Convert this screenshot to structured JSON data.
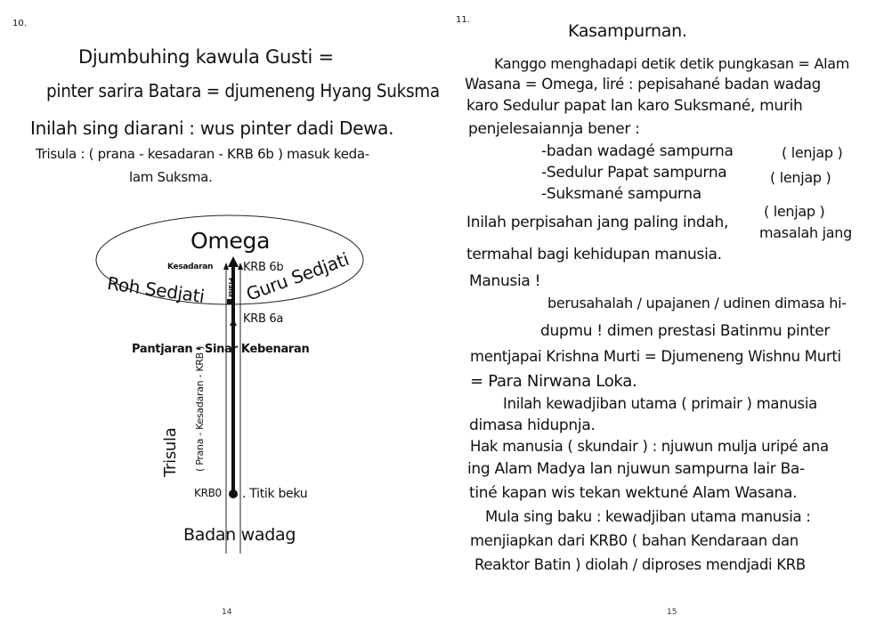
{
  "left_page": {
    "page_marker": "10.",
    "lines": [
      "Djumbuhing kawula Gusti =",
      "pinter sarira Batara = djumeneng Hyang Suksma",
      "Inilah sing diarani : wus pinter dadi Dewa.",
      "Trisula : ( prana - kesadaran - KRB 6b ) masuk keda-",
      "lam Suksma."
    ],
    "diagram": {
      "omega": "Omega",
      "kesadaran": "Kesadaran",
      "krb_6b": "KRB 6b",
      "prana": "Prana",
      "roh_sedjati": "Roh Sedjati",
      "guru_sedjati": "Guru Sedjati",
      "krb_6a": "KRB 6a",
      "pantjaran": "Pantjaran - Sinar Kebenaran",
      "trisula": "Trisula",
      "trisula_sub": "( Prana - Kesadaran - KRB )",
      "krb_0": "KRB0",
      "titik_beku": ". Titik beku",
      "badan_wadag": "Badan wadag"
    },
    "page_number": "14"
  },
  "right_page": {
    "page_marker": "11.",
    "title": "Kasampurnan.",
    "lines": [
      "Kanggo menghadapi detik detik pungkasan = Alam",
      "Wasana = Omega, liré : pepisahané badan wadag",
      "karo Sedulur papat lan karo Suksmané, murih",
      "penjelesaiannja bener :",
      "-badan wadagé sampurna",
      "-Sedulur Papat sampurna",
      "-Suksmané sampurna",
      "Inilah perpisahan jang paling indah,",
      "termahal bagi kehidupan manusia.",
      "Manusia !",
      "berusahalah / upajanen / udinen dimasa hi-",
      "dupmu ! dimen prestasi Batinmu pinter",
      "mentjapai Krishna Murti = Djumeneng Wishnu Murti",
      "= Para Nirwana Loka.",
      "Inilah kewadjiban utama ( primair ) manusia",
      "dimasa hidupnja.",
      "Hak manusia ( skundair ) : njuwun mulja uripé ana",
      "ing Alam Madya lan njuwun sampurna lair Ba-",
      "tiné kapan wis tekan wektuné Alam Wasana.",
      "Mula sing baku : kewadjiban utama manusia :",
      "menjiapkan dari KRB0 ( bahan Kendaraan dan",
      "Reaktor Batin ) diolah / diproses mendjadi KRB"
    ],
    "lenjap": [
      "( lenjap )",
      "( lenjap )",
      "( lenjap )"
    ],
    "masalah": "masalah jang",
    "page_number": "15"
  }
}
